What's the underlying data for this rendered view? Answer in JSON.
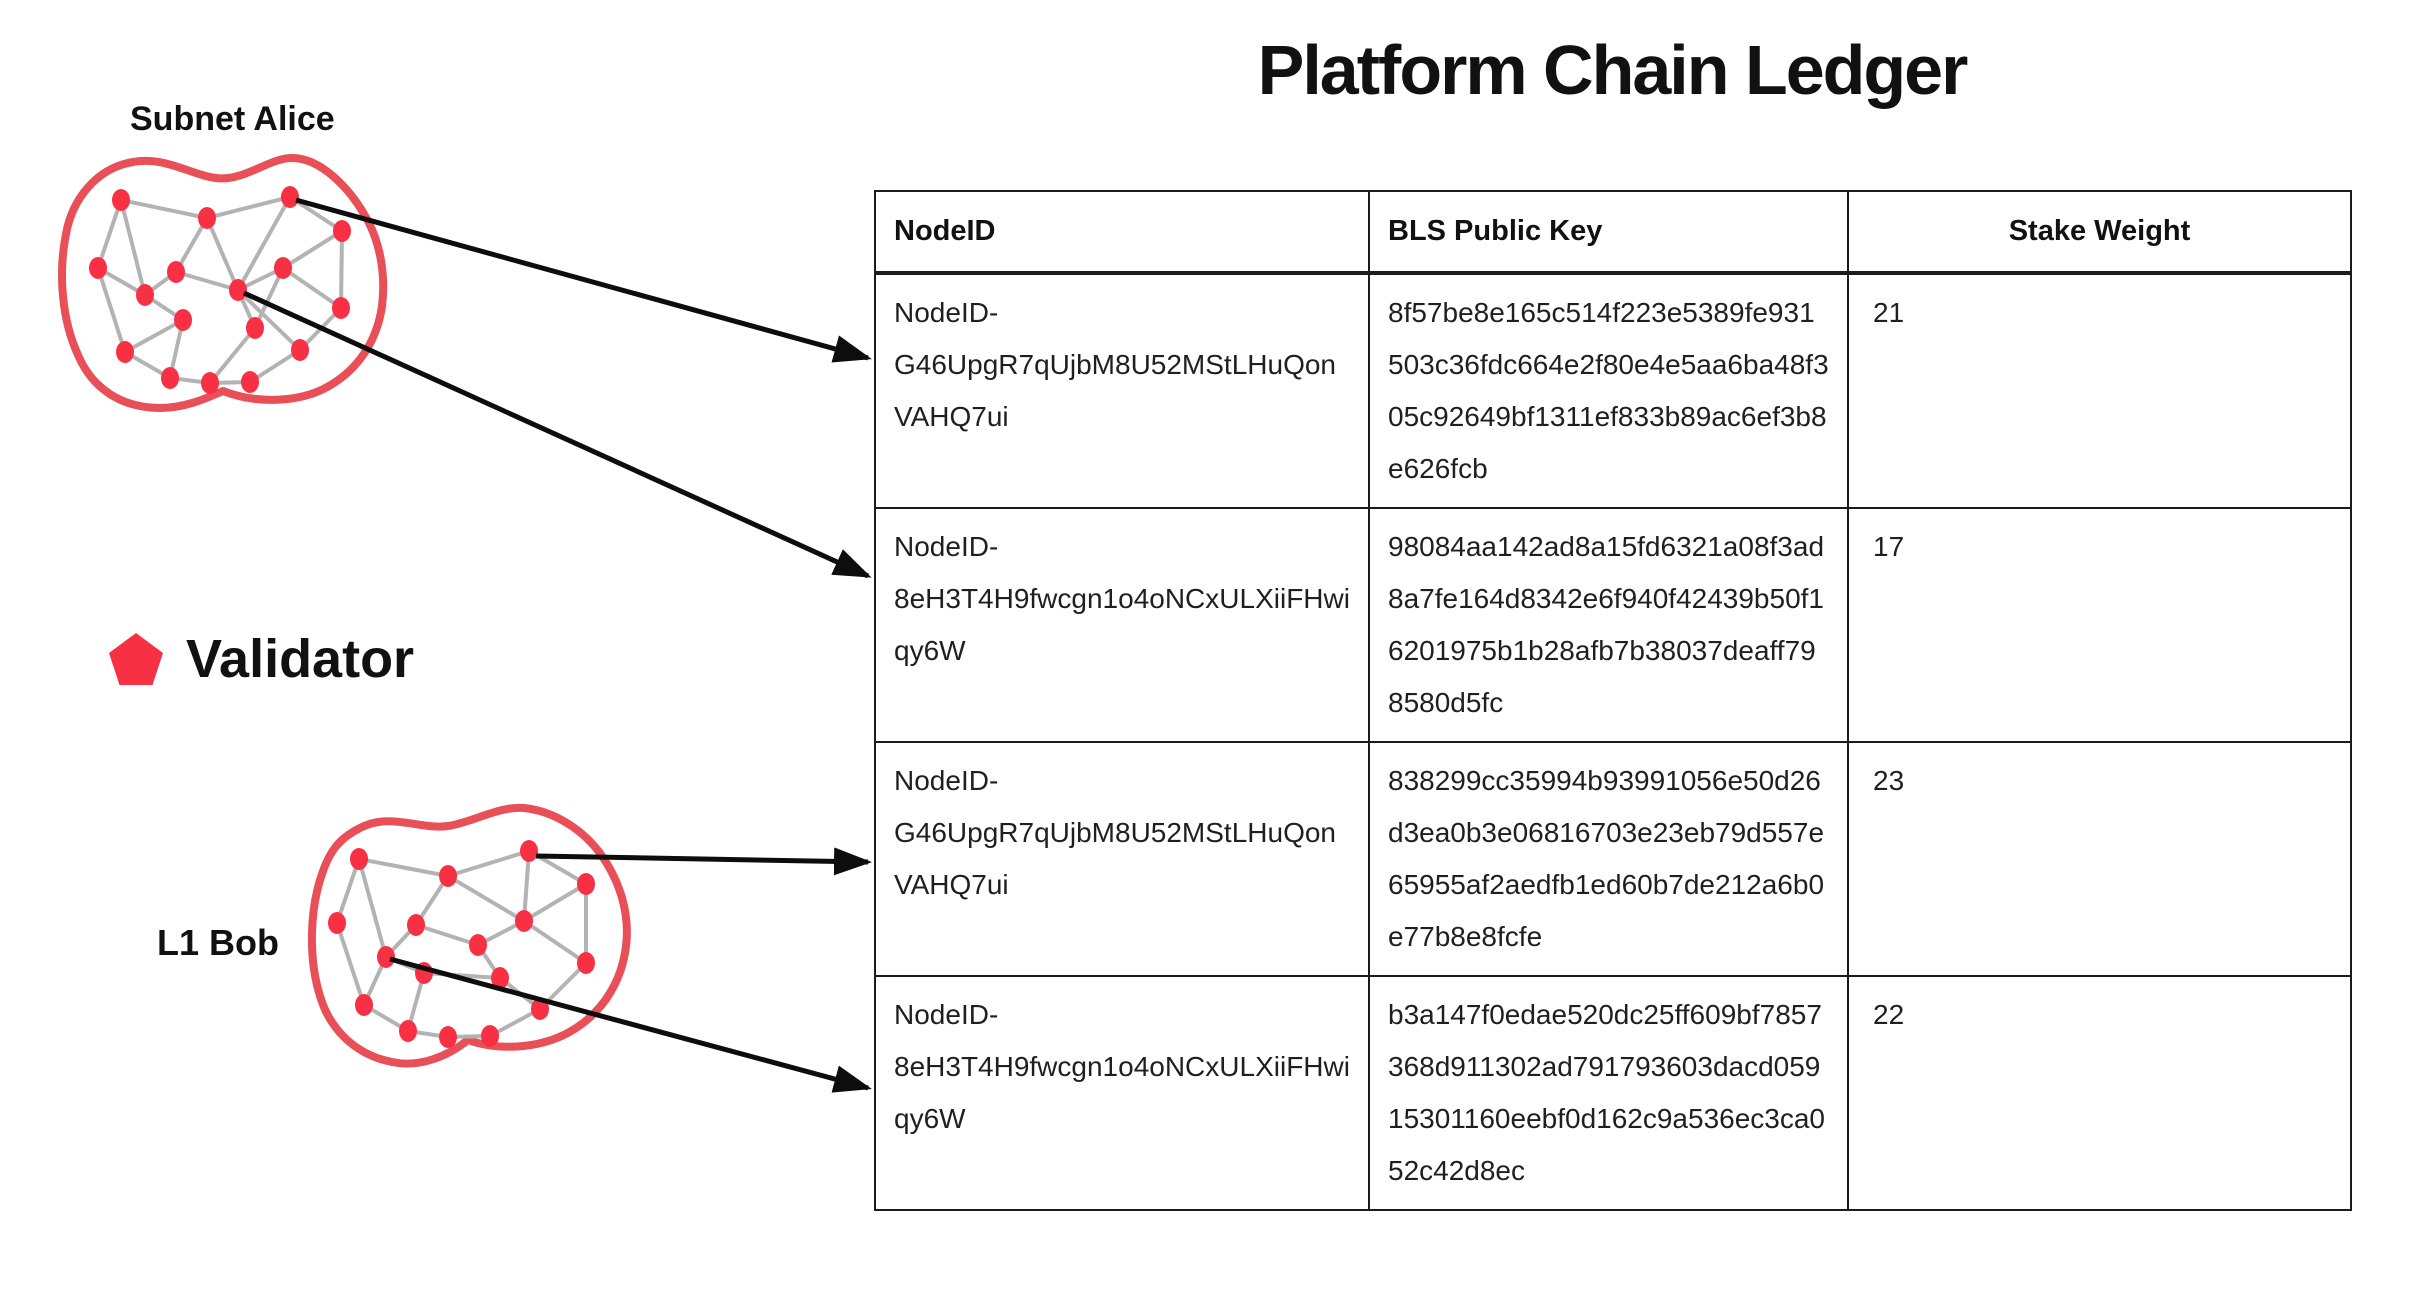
{
  "title": "Platform Chain Ledger",
  "subnet_alice": {
    "label": "Subnet Alice"
  },
  "l1_bob": {
    "label": "L1 Bob"
  },
  "legend": {
    "label": "Validator",
    "icon": "pentagon-icon"
  },
  "table": {
    "headers": [
      "NodeID",
      "BLS Public Key",
      "Stake Weight"
    ],
    "rows": [
      {
        "node_id": "NodeID-G46UpgR7qUjbM8U52MStLHuQonVAHQ7ui",
        "bls_public_key": "8f57be8e165c514f223e5389fe931503c36fdc664e2f80e4e5aa6ba48f305c92649bf1311ef833b89ac6ef3b8e626fcb",
        "stake_weight": "21"
      },
      {
        "node_id": "NodeID-8eH3T4H9fwcgn1o4oNCxULXiiFHwiqy6W",
        "bls_public_key": "98084aa142ad8a15fd6321a08f3ad8a7fe164d8342e6f940f42439b50f16201975b1b28afb7b38037deaff798580d5fc",
        "stake_weight": "17"
      },
      {
        "node_id": "NodeID-G46UpgR7qUjbM8U52MStLHuQonVAHQ7ui",
        "bls_public_key": "838299cc35994b93991056e50d26d3ea0b3e06816703e23eb79d557e65955af2aedfb1ed60b7de212a6b0e77b8e8fcfe",
        "stake_weight": "23"
      },
      {
        "node_id": "NodeID-8eH3T4H9fwcgn1o4oNCxULXiiFHwiqy6W",
        "bls_public_key": "b3a147f0edae520dc25ff609bf7857368d911302ad791793603dacd05915301160eebf0d162c9a536ec3ca052c42d8ec",
        "stake_weight": "22"
      }
    ]
  },
  "colors": {
    "validator_red": "#f83044",
    "blob_outline_red": "#e84f57",
    "edge_gray": "#b3b3b3",
    "arrow_black": "#0d0d0d",
    "table_border": "#1b1b1b"
  }
}
